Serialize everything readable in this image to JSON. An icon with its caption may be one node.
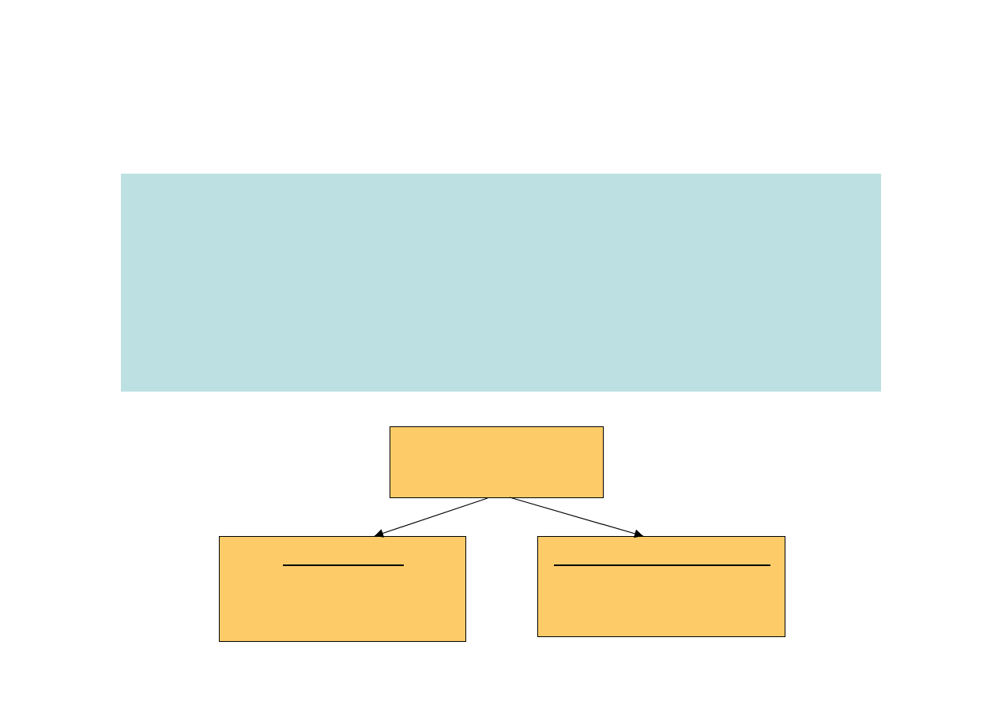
{
  "diagram": {
    "nodes": [
      {
        "text": [],
        "shape": "box"
      },
      {
        "text": [],
        "shape": "box"
      },
      {
        "text": [],
        "shape": "box"
      },
      {
        "text": [],
        "shape": "box"
      }
    ],
    "edges": [
      {
        "from": 1,
        "to": 2,
        "arrow": "to"
      },
      {
        "from": 1,
        "to": 3,
        "arrow": "to"
      }
    ]
  }
}
